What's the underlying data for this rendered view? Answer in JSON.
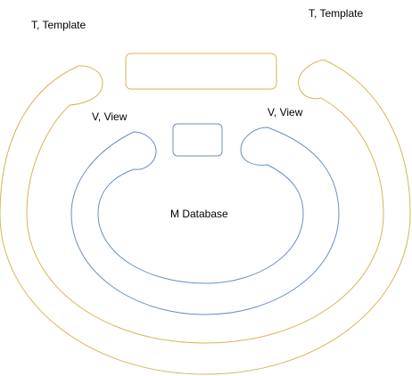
{
  "diagram": {
    "labels": {
      "template_left": "T, Template",
      "template_right": "T, Template",
      "view_left": "V, View",
      "view_right": "V, View",
      "database": "M Database"
    },
    "colors": {
      "template_stroke": "#d6b656",
      "view_stroke": "#6c8ebf",
      "text": "#000000",
      "background": "#ffffff"
    }
  }
}
